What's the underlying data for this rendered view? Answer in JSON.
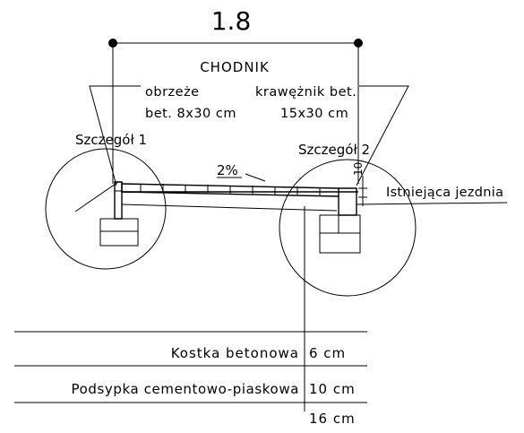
{
  "dimension_top": "1.8",
  "title": "CHODNIK",
  "labels": {
    "obrzeze_line1": "obrzeże",
    "obrzeze_line2": "bet. 8x30 cm",
    "kraweznik_line1": "krawężnik bet.",
    "kraweznik_line2": "15x30 cm",
    "detail1": "Szczegół 1",
    "detail2": "Szczegół 2",
    "slope": "2%",
    "road": "Istniejąca jezdnia",
    "curb_offset": "10"
  },
  "layers": [
    {
      "name": "Kostka betonowa",
      "thickness": "6 cm"
    },
    {
      "name": "Podsypka cementowo-piaskowa",
      "thickness": "10 cm"
    }
  ],
  "total_thickness": "16 cm"
}
